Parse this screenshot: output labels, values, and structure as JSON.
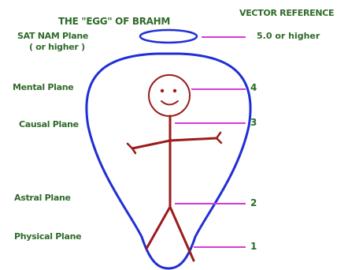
{
  "title": "THE \"EGG\" OF BRAHM",
  "vector_reference_heading": "VECTOR REFERENCE",
  "planes": {
    "sat_nam": "SAT NAM Plane",
    "sat_nam_note": "( or higher )",
    "mental": "Mental Plane",
    "causal": "Causal Plane",
    "astral": "Astral Plane",
    "physical": "Physical Plane"
  },
  "vectors": {
    "top": "5.0 or higher",
    "v4": "4",
    "v3": "3",
    "v2": "2",
    "v1": "1"
  },
  "colors": {
    "egg_outline": "#1f2fd6",
    "stick_figure": "#9b1c1c",
    "pointer_lines": "#d83ad8",
    "text": "#2f6b2a"
  }
}
